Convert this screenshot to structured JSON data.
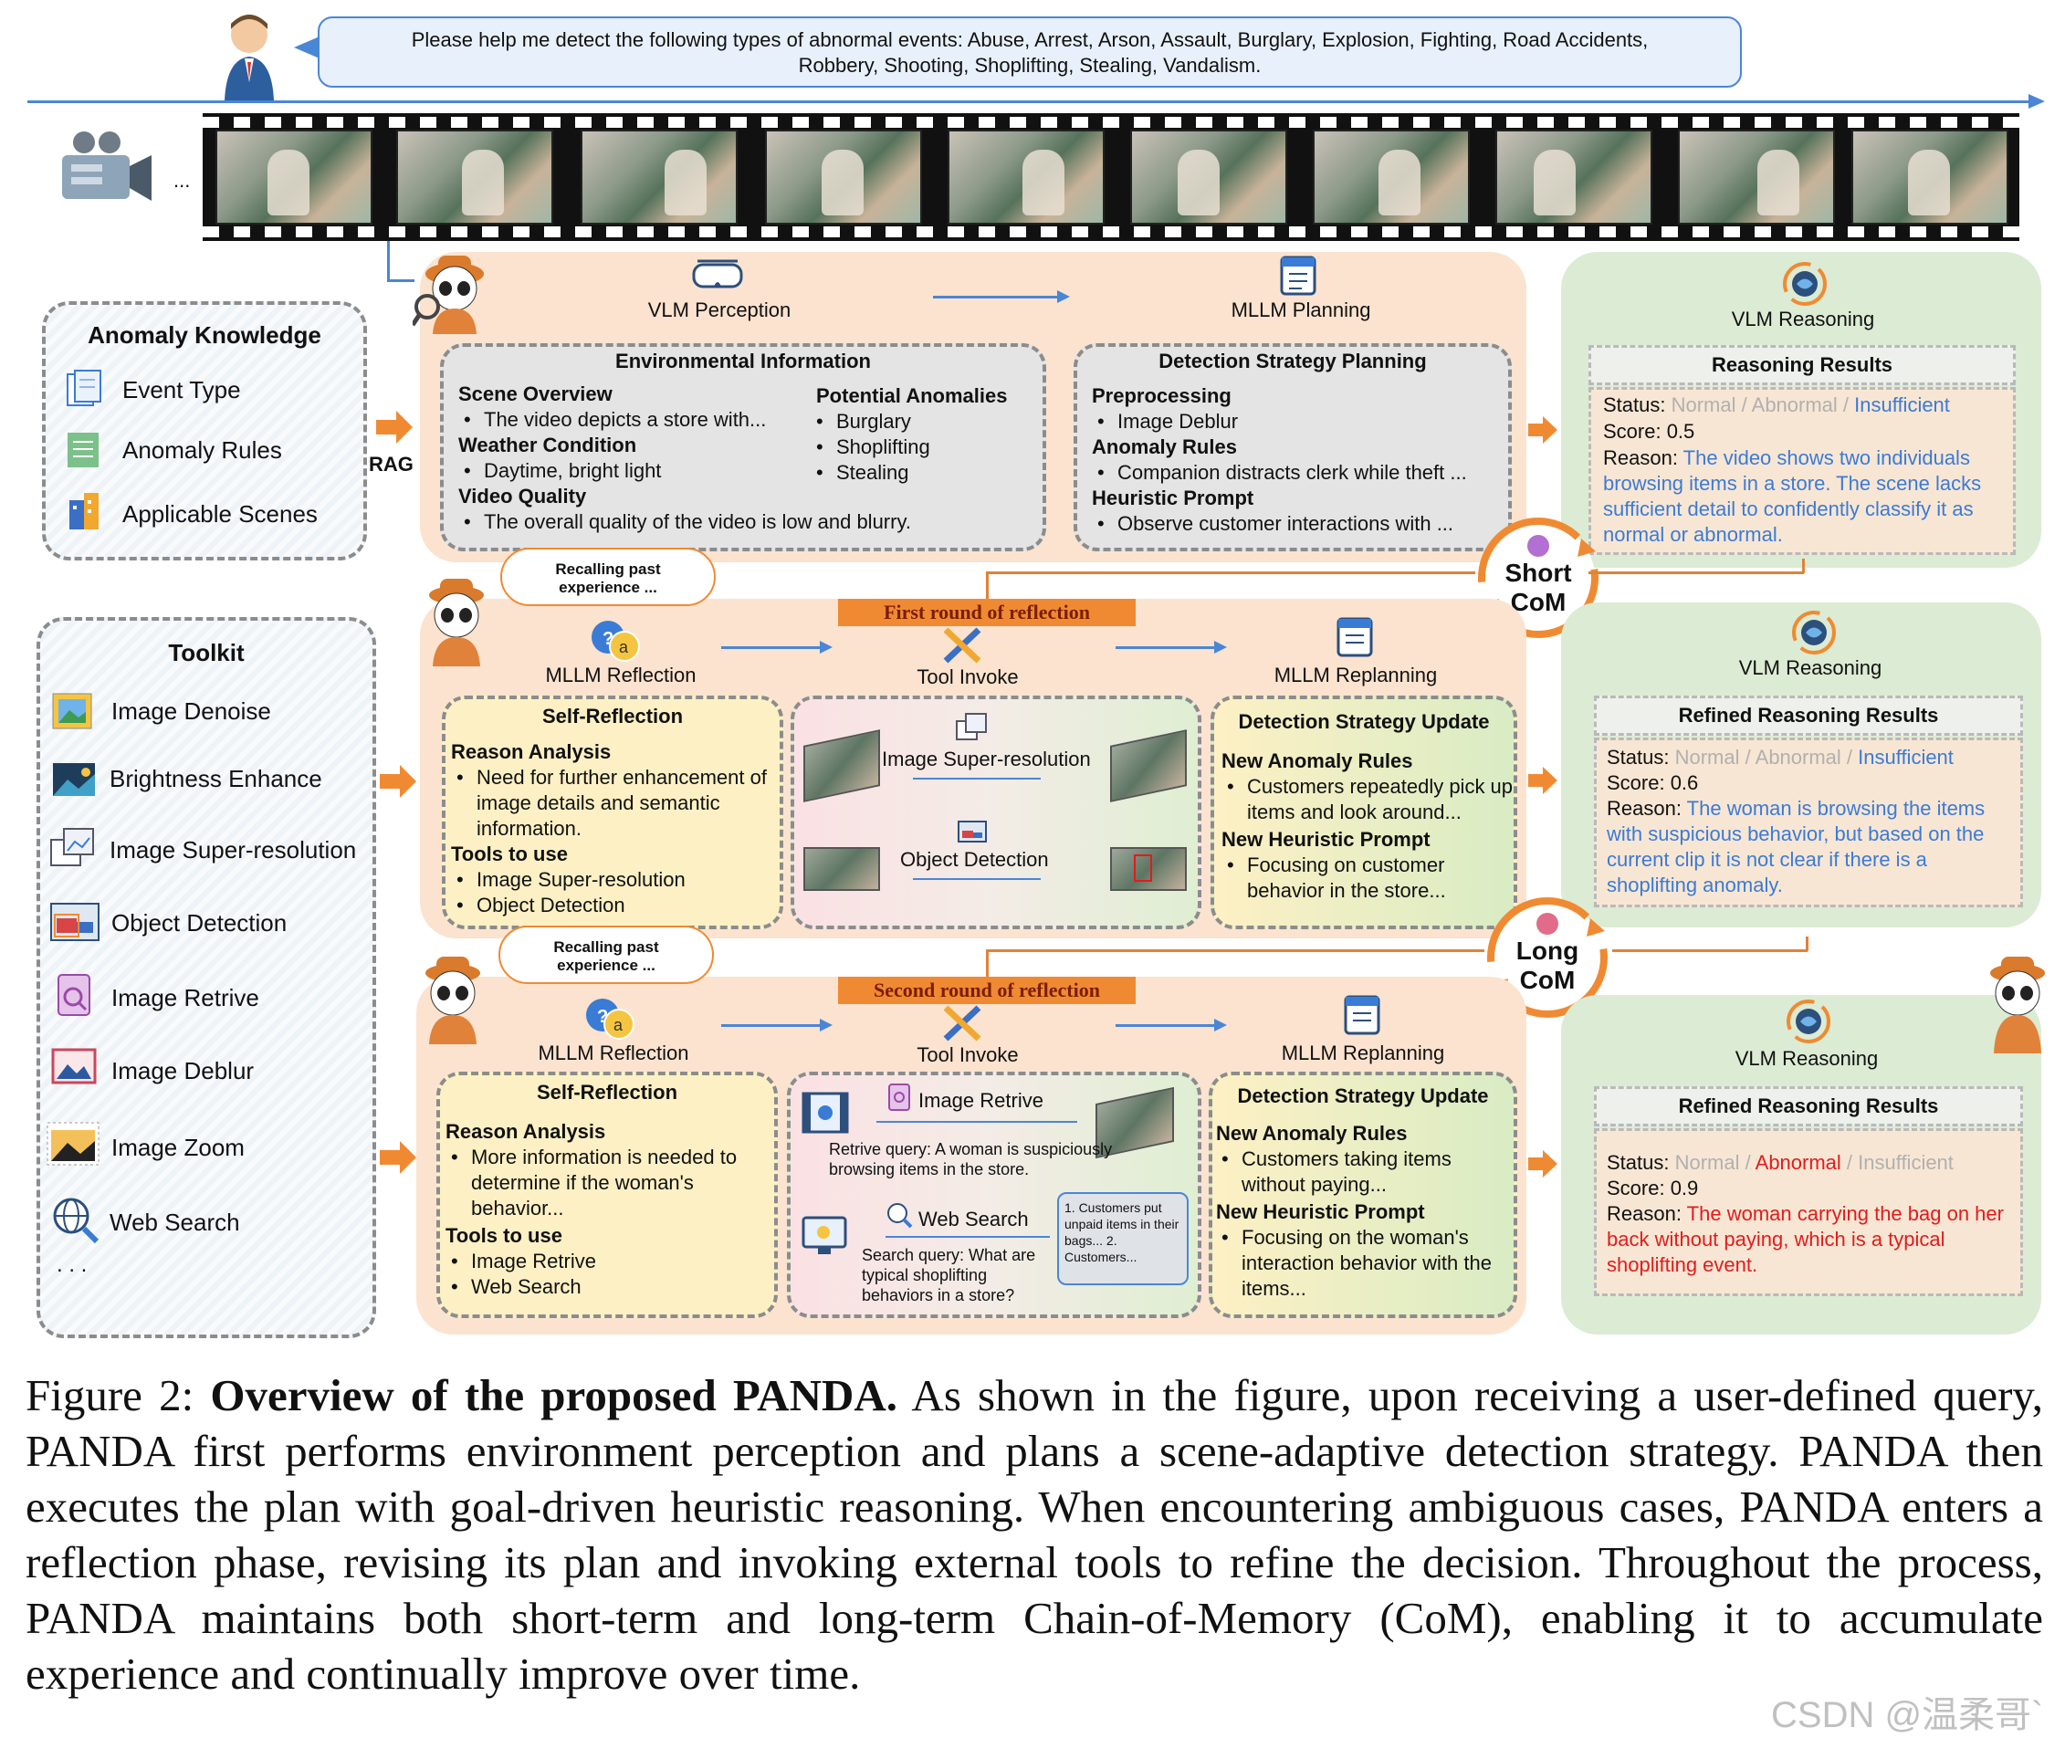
{
  "query": {
    "line1": "Please help me detect the following types of abnormal events: Abuse, Arrest, Arson, Assault, Burglary, Explosion, Fighting, Road Accidents,",
    "line2": "Robbery, Shooting, Shoplifting, Stealing, Vandalism."
  },
  "ellipsis": "...",
  "knowledge": {
    "title": "Anomaly Knowledge",
    "items": [
      "Event Type",
      "Anomaly Rules",
      "Applicable Scenes"
    ],
    "rag": "RAG"
  },
  "toolkit": {
    "title": "Toolkit",
    "items": [
      "Image Denoise",
      "Brightness Enhance",
      "Image Super-resolution",
      "Object Detection",
      "Image Retrive",
      "Image Deblur",
      "Image Zoom",
      "Web Search"
    ],
    "more": ". . ."
  },
  "row1": {
    "perception": "VLM Perception",
    "planning": "MLLM Planning",
    "env": {
      "title": "Environmental Information",
      "scene_h": "Scene Overview",
      "scene": "The video depicts a  store with...",
      "weather_h": "Weather Condition",
      "weather": "Daytime, bright light",
      "quality_h": "Video Quality",
      "quality": "The overall quality of the video is low and blurry.",
      "pot_h": "Potential Anomalies",
      "pot": [
        "Burglary",
        "Shoplifting",
        "Stealing"
      ]
    },
    "plan": {
      "title": "Detection Strategy Planning",
      "pre_h": "Preprocessing",
      "pre": "Image Deblur",
      "rules_h": "Anomaly Rules",
      "rules": "Companion distracts clerk while theft ...",
      "heur_h": "Heuristic Prompt",
      "heur": "Observe customer interactions with ..."
    },
    "reasoning": {
      "label": "VLM Reasoning",
      "title": "Reasoning Results",
      "status_label": "Status:",
      "normal": "Normal",
      "sep": " / ",
      "abnormal": "Abnormal",
      "insufficient": "Insufficient",
      "score": "Score: 0.5",
      "reason_label": "Reason:",
      "reason": "The video shows two individuals browsing items in a store. The scene lacks sufficient detail to confidently classify it as normal or abnormal."
    }
  },
  "recall": {
    "line1": "Recalling past",
    "line2": "experience ..."
  },
  "short_com": {
    "l1": "Short",
    "l2": "CoM"
  },
  "long_com": {
    "l1": "Long",
    "l2": "CoM"
  },
  "row2": {
    "banner": "First round of reflection",
    "reflection": "MLLM Reflection",
    "tool": "Tool Invoke",
    "replan": "MLLM Replanning",
    "self": {
      "title": "Self-Reflection",
      "ra_h": "Reason Analysis",
      "ra": "Need for further enhancement of image details and semantic information.",
      "tools_h": "Tools to use",
      "tools": [
        "Image Super-resolution",
        "Object Detection"
      ]
    },
    "tool_sr": "Image Super-resolution",
    "tool_od": "Object Detection",
    "update": {
      "title": "Detection Strategy Update",
      "rules_h": "New Anomaly Rules",
      "rules": "Customers repeatedly pick up items and look around...",
      "heur_h": "New Heuristic Prompt",
      "heur": "Focusing on customer behavior in the store..."
    },
    "reasoning": {
      "label": "VLM Reasoning",
      "title": "Refined Reasoning Results",
      "score": "Score: 0.6",
      "reason": "The woman is browsing the items with suspicious behavior, but based on the current clip it is not clear if there is a shoplifting anomaly."
    }
  },
  "row3": {
    "banner": "Second round of reflection",
    "reflection": "MLLM Reflection",
    "tool": "Tool Invoke",
    "replan": "MLLM Replanning",
    "self": {
      "title": "Self-Reflection",
      "ra_h": "Reason Analysis",
      "ra": "More information is needed to determine if the woman's behavior...",
      "tools_h": "Tools to use",
      "tools": [
        "Image Retrive",
        "Web Search"
      ]
    },
    "tool_ir": "Image Retrive",
    "ir_query": "Retrive query: A woman is suspiciously browsing items in the store.",
    "tool_ws": "Web Search",
    "ws_query": "Search query: What are typical shoplifting behaviors in a store?",
    "ws_result": "1. Customers put unpaid items in their bags... 2. Customers...",
    "update": {
      "title": "Detection Strategy Update",
      "rules_h": "New Anomaly Rules",
      "rules": "Customers taking items without paying...",
      "heur_h": "New Heuristic Prompt",
      "heur": "Focusing on the woman's interaction behavior with the items..."
    },
    "reasoning": {
      "label": "VLM Reasoning",
      "title": "Refined Reasoning Results",
      "score": "Score: 0.9",
      "reason": "The woman carrying the bag on her back without paying, which is a typical shoplifting event."
    }
  },
  "caption": {
    "prefix": "Figure 2:  ",
    "bold": "Overview of the proposed PANDA.",
    "text": " As shown in the figure, upon receiving a user-defined query, PANDA first performs environment perception and plans a scene-adaptive detection strategy. PANDA then executes the plan with goal-driven heuristic reasoning. When encountering ambiguous cases, PANDA enters a reflection phase, revising its plan and invoking external tools to refine the decision. Throughout the process, PANDA maintains both short-term and long-term Chain-of-Memory (CoM), enabling it to accumulate experience and continually improve over time."
  },
  "watermark": "CSDN @温柔哥`",
  "colors": {
    "orange_panel": "#fbe3cf",
    "green_panel": "#dcebd3",
    "gray_box": "#e4e4e4",
    "yellow_box": "#fdf0c4",
    "accent_orange": "#f08a32",
    "blue": "#3a7bd5",
    "red": "#e31b1b"
  }
}
